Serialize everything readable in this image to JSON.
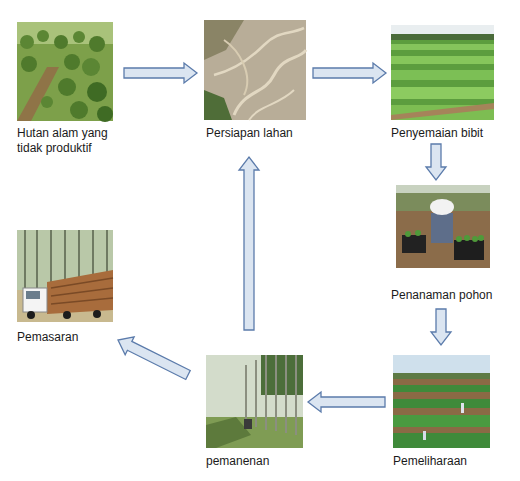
{
  "diagram": {
    "nodes": [
      {
        "text": [
          "Hutan alam yang tidak produktif"
        ]
      },
      {
        "text": [
          "Persiapan lahan"
        ]
      },
      {
        "text": [
          "Penyemaian bibit"
        ]
      },
      {
        "text": [
          "Penanaman pohon"
        ]
      },
      {
        "text": [
          "Pemeliharaan"
        ]
      },
      {
        "text": [
          "pemanenan"
        ]
      },
      {
        "text": [
          "Pemasaran"
        ]
      }
    ],
    "edges": [
      {
        "from": 0,
        "to": 1,
        "arrow": "to"
      },
      {
        "from": 1,
        "to": 2,
        "arrow": "to"
      },
      {
        "from": 2,
        "to": 3,
        "arrow": "to"
      },
      {
        "from": 3,
        "to": 4,
        "arrow": "to"
      },
      {
        "from": 4,
        "to": 5,
        "arrow": "to"
      },
      {
        "from": 5,
        "to": 1,
        "arrow": "to"
      },
      {
        "from": 5,
        "to": 6,
        "arrow": "to"
      }
    ]
  }
}
